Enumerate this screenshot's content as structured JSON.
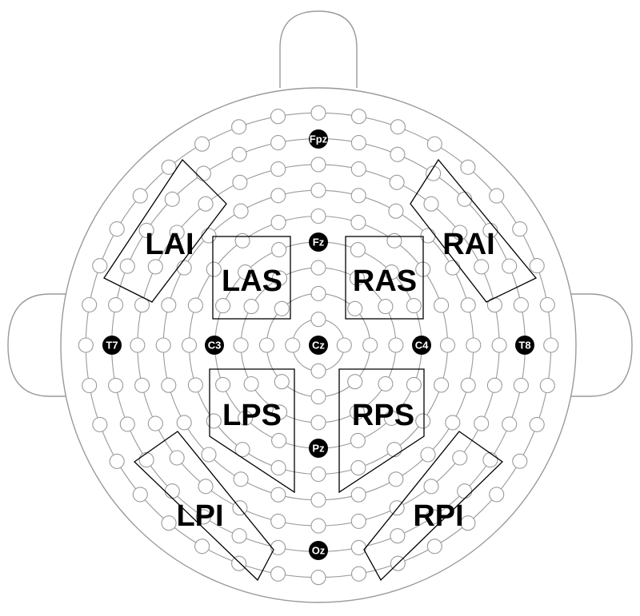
{
  "colors": {
    "outline": "#9a9a9a",
    "electrode_fill": "#ffffff",
    "electrode_stroke": "#9a9a9a",
    "marked_fill": "#000000",
    "marked_text": "#ffffff",
    "region_stroke": "#000000"
  },
  "electrodes": {
    "fpz": "Fpz",
    "fz": "Fz",
    "cz": "Cz",
    "pz": "Pz",
    "oz": "Oz",
    "t7": "T7",
    "c3": "C3",
    "c4": "C4",
    "t8": "T8"
  },
  "regions": {
    "lai": "LAI",
    "las": "LAS",
    "ras": "RAS",
    "rai": "RAI",
    "lps": "LPS",
    "rps": "RPS",
    "lpi": "LPI",
    "rpi": "RPI"
  }
}
